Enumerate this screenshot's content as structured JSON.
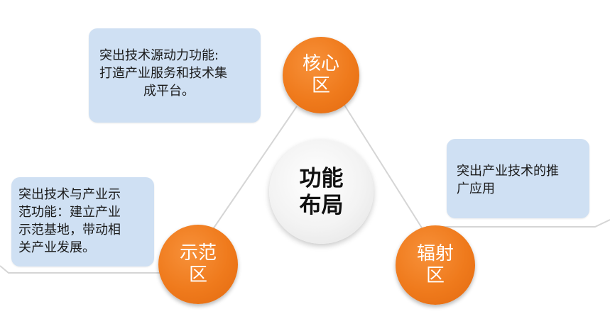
{
  "center": {
    "lines": [
      "功能",
      "布局"
    ]
  },
  "nodes": {
    "core": {
      "lines": [
        "核心",
        "区"
      ]
    },
    "demo": {
      "lines": [
        "示范",
        "区"
      ]
    },
    "radiation": {
      "lines": [
        "辐射",
        "区"
      ]
    }
  },
  "boxes": {
    "core": {
      "lines": [
        "突出技术源动力功能:",
        "打造产业服务和技术集",
        "成平台。"
      ]
    },
    "demo": {
      "lines": [
        "突出技术与产业示",
        "范功能：建立产业",
        "示范基地，带动相",
        "关产业发展。"
      ]
    },
    "radiation": {
      "lines": [
        "突出产业技术的推",
        "广应用"
      ]
    }
  },
  "colors": {
    "node_orange": "#ef7a1c",
    "box_blue": "#cfe0f3",
    "connector_gray": "#d5d5d5"
  }
}
